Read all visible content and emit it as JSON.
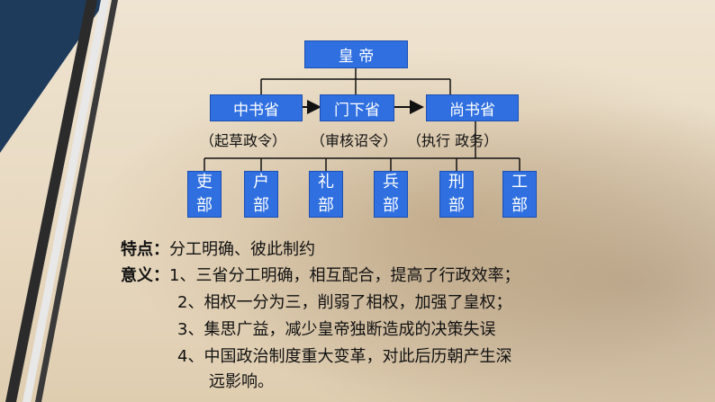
{
  "diagram": {
    "top": "皇 帝",
    "sheng": [
      "中书省",
      "门下省",
      "尚书省"
    ],
    "sheng_roles": [
      "（起草政令）",
      "（审核诏令）",
      "（执行  政务）"
    ],
    "bu": [
      {
        "top": "吏",
        "bottom": "部"
      },
      {
        "top": "户",
        "bottom": "部"
      },
      {
        "top": "礼",
        "bottom": "部"
      },
      {
        "top": "兵",
        "bottom": "部"
      },
      {
        "top": "刑",
        "bottom": "部"
      },
      {
        "top": "工",
        "bottom": "部"
      }
    ]
  },
  "features": {
    "label": "特点：",
    "text": "分工明确、彼此制约"
  },
  "significance": {
    "label": "意义：",
    "items": [
      "1、三省分工明确，相互配合，提高了行政效率；",
      "2、相权一分为三，削弱了相权，加强了皇权；",
      "3、集思广益，减少皇帝独断造成的决策失误",
      "4、中国政治制度重大变革，对此后历朝产生深",
      "远影响。"
    ]
  },
  "colors": {
    "box": "#2f6fe0",
    "line": "#111111"
  }
}
